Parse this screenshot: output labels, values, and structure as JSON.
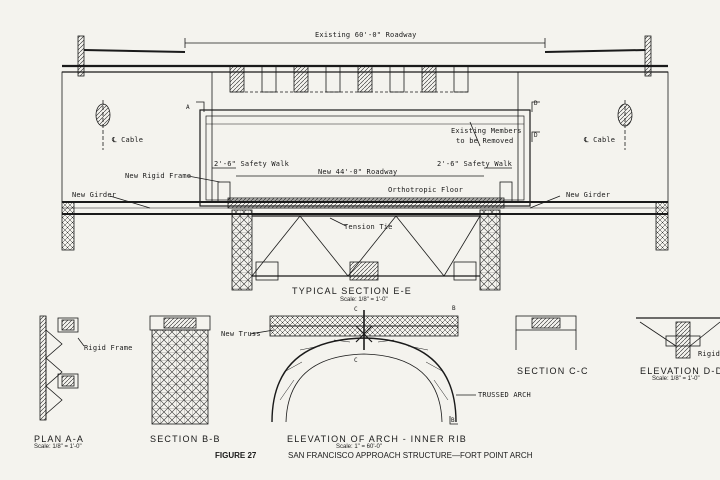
{
  "labels": {
    "existing_roadway": "Existing 60'-0\" Roadway",
    "cable_left": "℄ Cable",
    "cable_right": "℄ Cable",
    "existing_members": "Existing Members",
    "to_be_removed": "to be Removed",
    "safety_walk_left": "2'-6\" Safety Walk",
    "safety_walk_right": "2'-6\" Safety Walk",
    "new_roadway": "New 44'-0\" Roadway",
    "new_rigid_frame": "New Rigid Frame",
    "orthotropic_floor": "Orthotropic Floor",
    "new_girder_left": "New Girder",
    "new_girder_right": "New Girder",
    "tension_tie": "Tension Tie",
    "rigid_frame": "Rigid Frame",
    "rigid_frame_cut": "Rigid F",
    "new_truss": "New Truss",
    "trussed_arch": "TRUSSED ARCH",
    "cut_a": "A",
    "cut_b": "B",
    "cut_c": "C",
    "cut_d": "D"
  },
  "views": {
    "section_ee": {
      "title": "TYPICAL SECTION E-E",
      "scale": "Scale: 1/8\" = 1'-0\""
    },
    "plan_aa": {
      "title": "PLAN A-A",
      "scale": "Scale: 1/8\" = 1'-0\""
    },
    "section_bb": {
      "title": "SECTION B-B"
    },
    "elevation_arch": {
      "title": "ELEVATION OF ARCH - INNER RIB",
      "scale": "Scale: 1\" = 60'-0\""
    },
    "section_cc": {
      "title": "SECTION C-C"
    },
    "elevation_dd": {
      "title": "ELEVATION D-D",
      "scale": "Scale: 1/8\" = 1'-0\""
    }
  },
  "caption": {
    "figure": "FIGURE 27",
    "text": "SAN FRANCISCO APPROACH STRUCTURE—FORT POINT ARCH"
  }
}
